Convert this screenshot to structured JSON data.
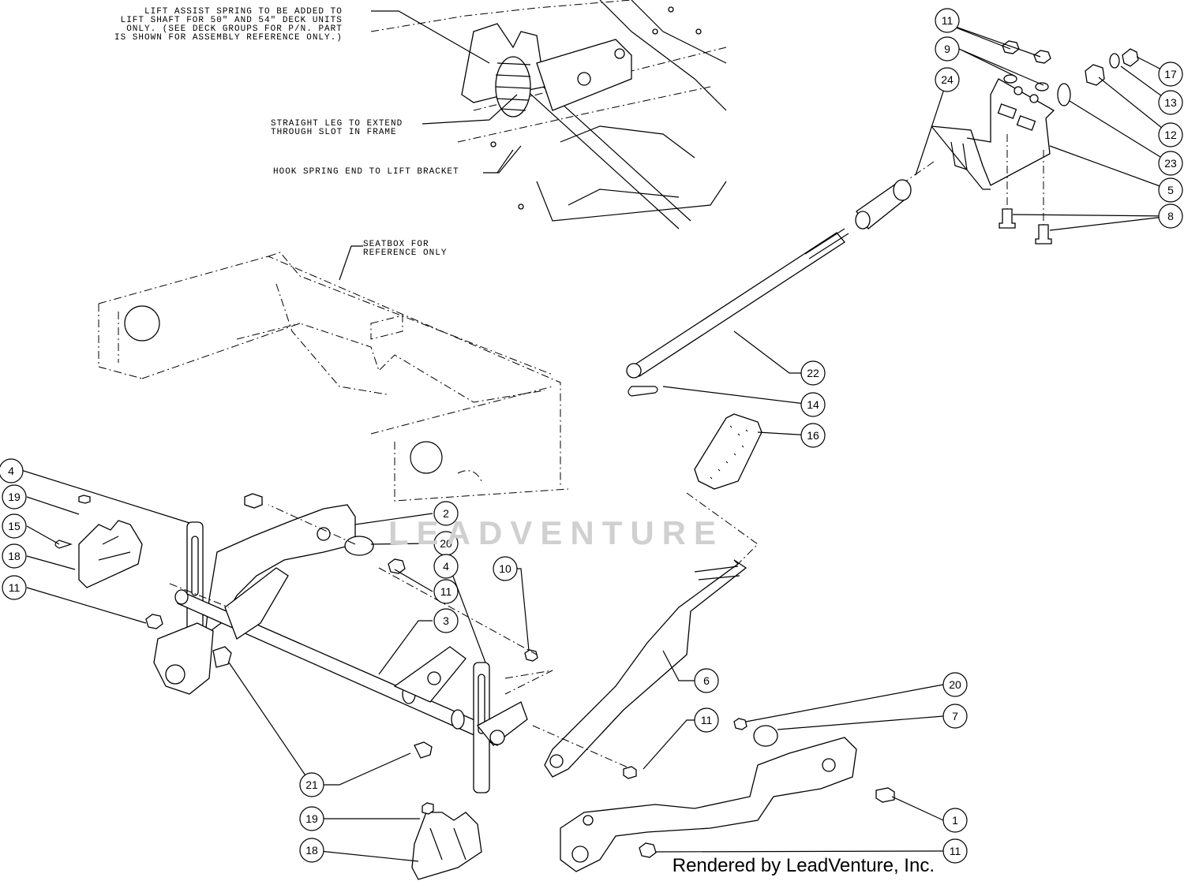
{
  "notes": {
    "lift_assist": "LIFT ASSIST SPRING TO BE ADDED TO\nLIFT SHAFT FOR 50\" AND 54\" DECK UNITS\nONLY. (SEE DECK GROUPS FOR P/N. PART\nIS SHOWN FOR ASSEMBLY REFERENCE ONLY.)",
    "straight_leg": "STRAIGHT LEG TO EXTEND\nTHROUGH SLOT IN FRAME",
    "hook_spring": "HOOK SPRING END TO LIFT BRACKET",
    "seatbox": "SEATBOX FOR\nREFERENCE ONLY"
  },
  "callouts": [
    "11",
    "9",
    "24",
    "17",
    "13",
    "12",
    "23",
    "5",
    "8",
    "22",
    "14",
    "16",
    "4",
    "19",
    "15",
    "18",
    "11",
    "2",
    "20",
    "11",
    "4",
    "10",
    "3",
    "6",
    "11",
    "20",
    "7",
    "21",
    "1",
    "19",
    "18",
    "11"
  ],
  "watermark": "LEADVENTURE",
  "footer": "Rendered by LeadVenture, Inc."
}
